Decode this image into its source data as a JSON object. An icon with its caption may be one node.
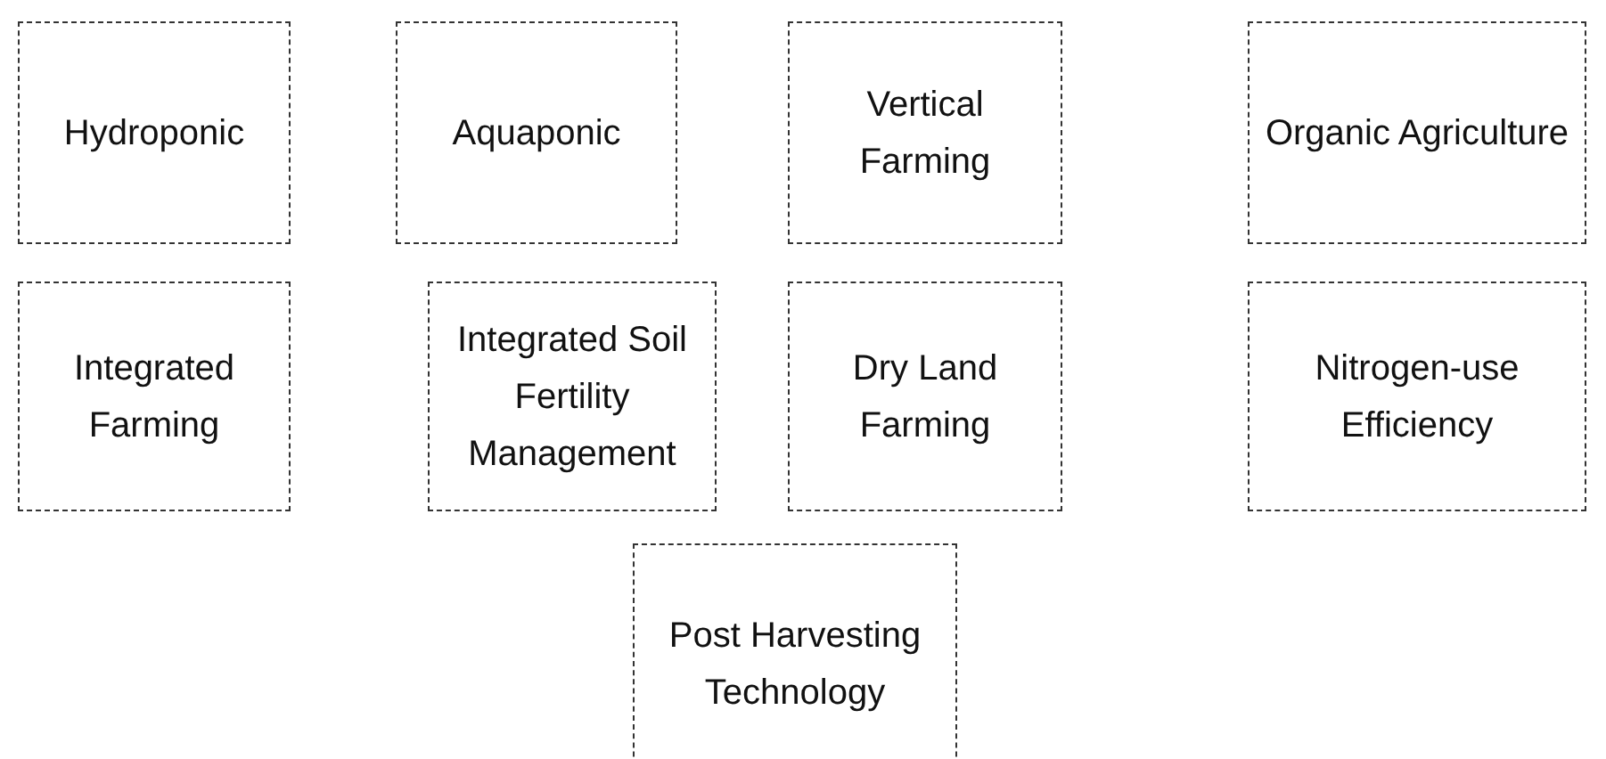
{
  "diagram": {
    "nodes": [
      {
        "text": [
          "Hydroponic"
        ]
      },
      {
        "text": [
          "Aquaponic"
        ]
      },
      {
        "text": [
          "Vertical Farming"
        ]
      },
      {
        "text": [
          "Organic Agriculture"
        ]
      },
      {
        "text": [
          "Integrated Farming"
        ]
      },
      {
        "text": [
          "Integrated Soil Fertility Management"
        ]
      },
      {
        "text": [
          "Dry Land Farming"
        ]
      },
      {
        "text": [
          "Nitrogen-use Efficiency"
        ]
      },
      {
        "text": [
          "Post Harvesting Technology"
        ]
      }
    ]
  }
}
